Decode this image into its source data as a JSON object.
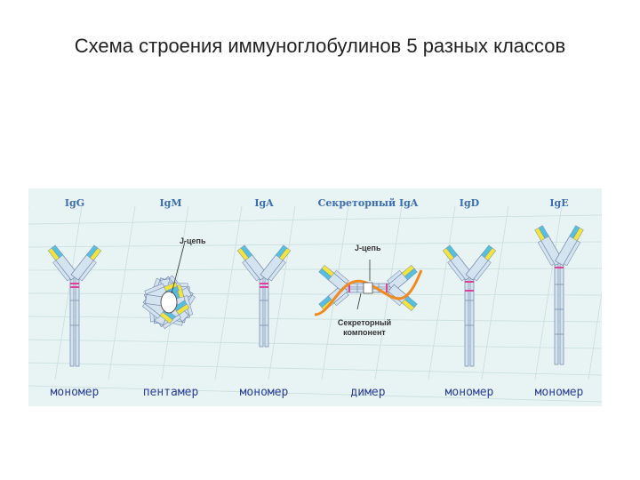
{
  "title": "Схема строения иммуноглобулинов 5 разных классов",
  "classes": [
    {
      "label": "IgG",
      "type": "мономер"
    },
    {
      "label": "IgM",
      "type": "пентамер"
    },
    {
      "label": "IgA",
      "type": "мономер"
    },
    {
      "label": "Секреторный IgA",
      "type": "димер"
    },
    {
      "label": "IgD",
      "type": "мономер"
    },
    {
      "label": "IgE",
      "type": "мономер"
    }
  ],
  "annotations": {
    "j_chain_igm": "J-цепь",
    "j_chain_siga": "J-цепь",
    "secretory_component": "Секреторный компонент"
  },
  "colors": {
    "heavy_chain": "#d3e3ef",
    "outline": "#7c8fb0",
    "variable_yellow": "#f2e43a",
    "variable_cyan": "#54bfe0",
    "hinge": "#e0409a",
    "secretory": "#f08a1e",
    "j_chain": "#ffffff"
  }
}
